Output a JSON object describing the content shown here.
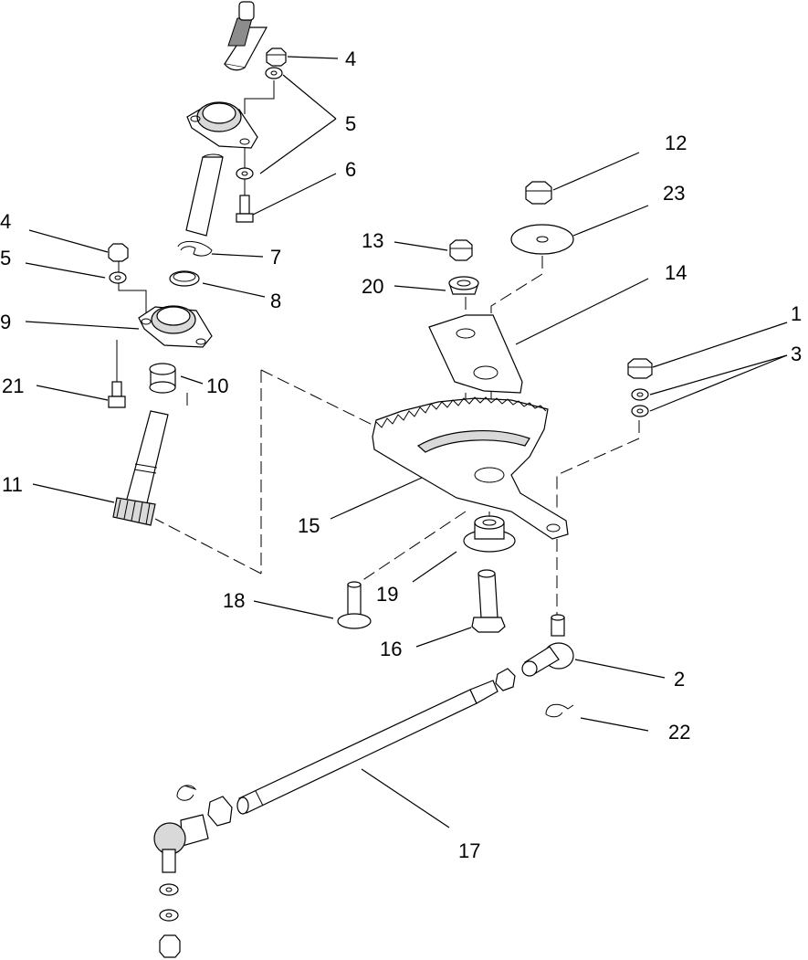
{
  "callouts": {
    "c1": "1",
    "c2": "2",
    "c3": "3",
    "c4a": "4",
    "c4b": "4",
    "c5a": "5",
    "c5b": "5",
    "c6": "6",
    "c7": "7",
    "c8": "8",
    "c9": "9",
    "c10": "10",
    "c11": "11",
    "c12": "12",
    "c13": "13",
    "c14": "14",
    "c15": "15",
    "c16": "16",
    "c17": "17",
    "c18": "18",
    "c19": "19",
    "c20": "20",
    "c21": "21",
    "c22": "22",
    "c23": "23"
  }
}
